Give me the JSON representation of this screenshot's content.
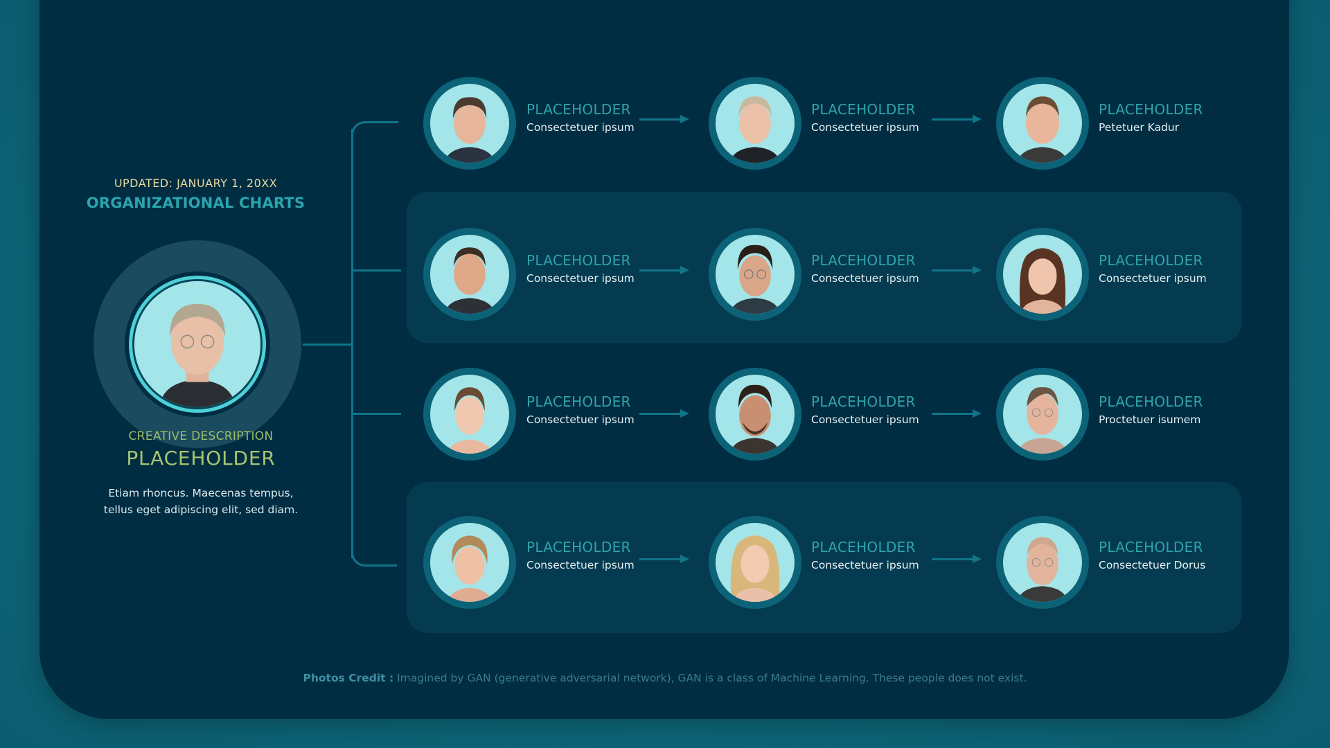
{
  "header": {
    "updated": "UPDATED: JANUARY 1, 20XX",
    "title": "ORGANIZATIONAL CHARTS"
  },
  "lead": {
    "role": "CREATIVE DESCRIPTION",
    "name": "PLACEHOLDER",
    "description_line1": "Etiam rhoncus. Maecenas tempus,",
    "description_line2": "tellus eget adipiscing elit, sed diam."
  },
  "rows": [
    {
      "highlighted": false,
      "members": [
        {
          "name": "PLACEHOLDER",
          "subtitle": "Consectetuer ipsum"
        },
        {
          "name": "PLACEHOLDER",
          "subtitle": "Consectetuer ipsum"
        },
        {
          "name": "PLACEHOLDER",
          "subtitle": "Petetuer Kadur"
        }
      ]
    },
    {
      "highlighted": true,
      "members": [
        {
          "name": "PLACEHOLDER",
          "subtitle": "Consectetuer ipsum"
        },
        {
          "name": "PLACEHOLDER",
          "subtitle": "Consectetuer ipsum"
        },
        {
          "name": "PLACEHOLDER",
          "subtitle": "Consectetuer ipsum"
        }
      ]
    },
    {
      "highlighted": false,
      "members": [
        {
          "name": "PLACEHOLDER",
          "subtitle": "Consectetuer ipsum"
        },
        {
          "name": "PLACEHOLDER",
          "subtitle": "Consectetuer ipsum"
        },
        {
          "name": "PLACEHOLDER",
          "subtitle": "Proctetuer isumem"
        }
      ]
    },
    {
      "highlighted": true,
      "members": [
        {
          "name": "PLACEHOLDER",
          "subtitle": "Consectetuer ipsum"
        },
        {
          "name": "PLACEHOLDER",
          "subtitle": "Consectetuer ipsum"
        },
        {
          "name": "PLACEHOLDER",
          "subtitle": "Consectetuer Dorus"
        }
      ]
    }
  ],
  "footer": {
    "credit_label": "Photos Credit :",
    "credit_text": " Imagined by GAN (generative adversarial network), GAN is a class of Machine Learning. These people does not exist."
  },
  "colors": {
    "outer_bg": "#0c6274",
    "card_bg": "#012d42",
    "panel_bg": "#053b50",
    "accent_teal": "#2aa5ad",
    "accent_green": "#a6c471",
    "date_gold": "#e8d9a0",
    "connector": "#11758a",
    "photo_bg": "#a3e5e8"
  }
}
